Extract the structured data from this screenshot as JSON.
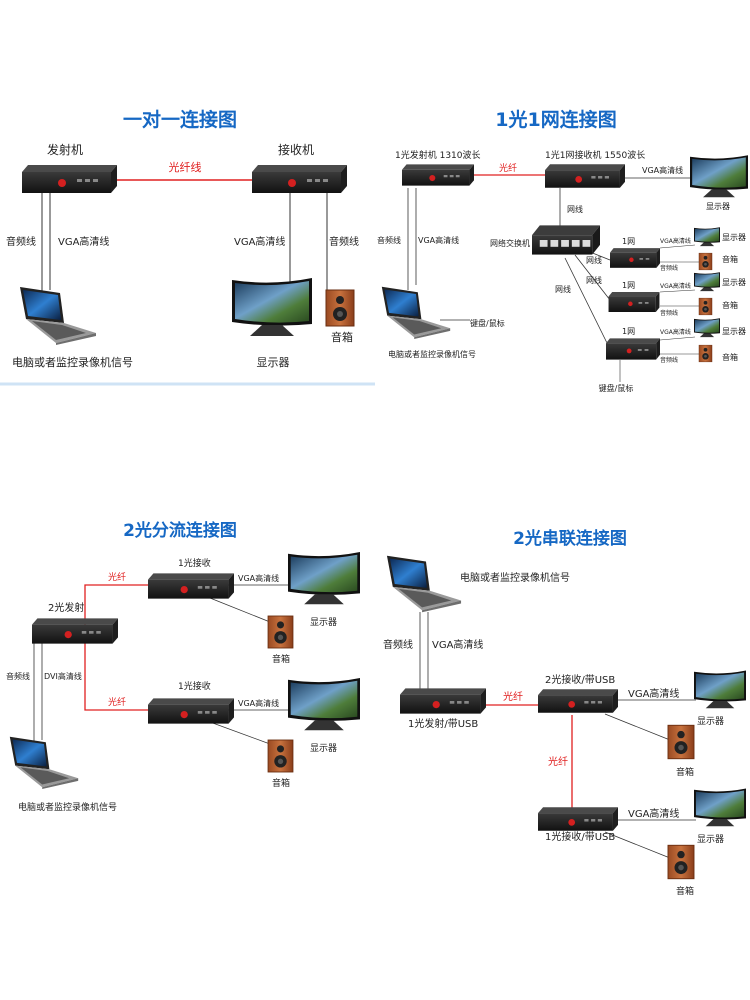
{
  "colors": {
    "title": "#1668c4",
    "fiber": "#e02020",
    "cable": "#333333",
    "divider": "#cfe3f5"
  },
  "d1": {
    "title": "一对一连接图",
    "transmitter": "发射机",
    "receiver": "接收机",
    "fiber": "光纤线",
    "audio_left": "音频线",
    "vga_left": "VGA高清线",
    "vga_right": "VGA高清线",
    "audio_right": "音频线",
    "source": "电脑或者监控录像机信号",
    "monitor": "显示器",
    "speaker": "音箱"
  },
  "d2": {
    "title": "1光1网连接图",
    "transmitter": "1光发射机 1310波长",
    "receiver": "1光1网接收机 1550波长",
    "fiber": "光纤",
    "vga": "VGA高清线",
    "monitor": "显示器",
    "net_line_1": "网线",
    "switch": "网络交换机",
    "audio": "音频线",
    "vga_left": "VGA高清线",
    "net_line_2": "网线",
    "net_line_3": "网线",
    "net_line_4": "网线",
    "kbm_1": "键盘/鼠标",
    "source": "电脑或者监控录像机信号",
    "unit_1": "1网",
    "unit_2": "1网",
    "unit_3": "1网",
    "vga_1": "VGA高清线",
    "vga_2": "VGA高清线",
    "vga_3": "VGA高清线",
    "audio_1": "音频线",
    "audio_2": "音频线",
    "audio_3": "音频线",
    "mon_1": "显示器",
    "mon_2": "显示器",
    "mon_3": "显示器",
    "spk_1": "音箱",
    "spk_2": "音箱",
    "spk_3": "音箱",
    "kbm_2": "键盘/鼠标"
  },
  "d3": {
    "title": "2光分流连接图",
    "transmitter": "2光发射",
    "fiber_top": "光纤",
    "fiber_bottom": "光纤",
    "receiver_top": "1光接收",
    "receiver_bottom": "1光接收",
    "vga_top": "VGA高清线",
    "vga_bottom": "VGA高清线",
    "monitor_top": "显示器",
    "monitor_bottom": "显示器",
    "speaker_top": "音箱",
    "speaker_bottom": "音箱",
    "audio": "音频线",
    "dvi": "DVI高清线",
    "source": "电脑或者监控录像机信号"
  },
  "d4": {
    "title": "2光串联连接图",
    "source": "电脑或者监控录像机信号",
    "audio": "音频线",
    "vga_src": "VGA高清线",
    "transmitter": "1光发射/带USB",
    "fiber_h": "光纤",
    "receiver_2": "2光接收/带USB",
    "vga_top": "VGA高清线",
    "monitor_top": "显示器",
    "speaker_top": "音箱",
    "fiber_v": "光纤",
    "receiver_1": "1光接收/带USB",
    "vga_bottom": "VGA高清线",
    "monitor_bottom": "显示器",
    "speaker_bottom": "音箱"
  }
}
